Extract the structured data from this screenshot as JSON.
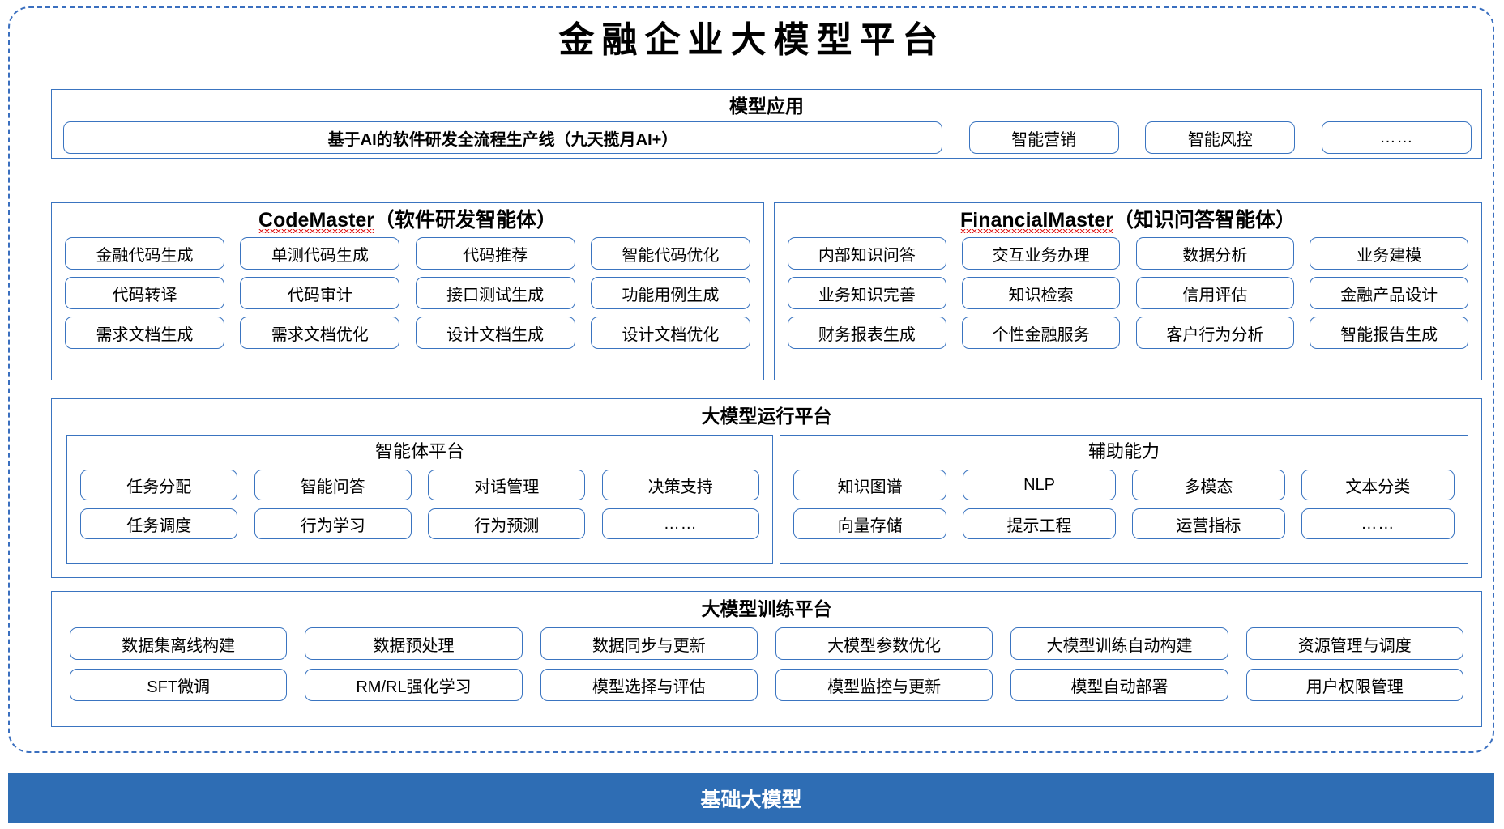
{
  "page": {
    "title": "金融企业大模型平台",
    "accent_blue": "#3A74C0",
    "frame_border": "#3A6FBF",
    "foundation_bar_color": "#2E6DB4",
    "spellcheck_underline_color": "#e01b1b"
  },
  "apps": {
    "title": "模型应用",
    "items": [
      "基于AI的软件研发全流程生产线（九天揽月AI+）",
      "智能营销",
      "智能风控",
      "……"
    ]
  },
  "codemaster": {
    "name": "CodeMaster",
    "suffix": "（软件研发智能体）",
    "rows": [
      [
        "金融代码生成",
        "单测代码生成",
        "代码推荐",
        "智能代码优化"
      ],
      [
        "代码转译",
        "代码审计",
        "接口测试生成",
        "功能用例生成"
      ],
      [
        "需求文档生成",
        "需求文档优化",
        "设计文档生成",
        "设计文档优化"
      ]
    ]
  },
  "financialmaster": {
    "name": "FinancialMaster",
    "suffix": "（知识问答智能体）",
    "rows": [
      [
        "内部知识问答",
        "交互业务办理",
        "数据分析",
        "业务建模"
      ],
      [
        "业务知识完善",
        "知识检索",
        "信用评估",
        "金融产品设计"
      ],
      [
        "财务报表生成",
        "个性金融服务",
        "客户行为分析",
        "智能报告生成"
      ]
    ]
  },
  "runtime": {
    "title": "大模型运行平台",
    "agent_platform": {
      "title": "智能体平台",
      "rows": [
        [
          "任务分配",
          "智能问答",
          "对话管理",
          "决策支持"
        ],
        [
          "任务调度",
          "行为学习",
          "行为预测",
          "……"
        ]
      ]
    },
    "aux_capability": {
      "title": "辅助能力",
      "rows": [
        [
          "知识图谱",
          "NLP",
          "多模态",
          "文本分类"
        ],
        [
          "向量存储",
          "提示工程",
          "运营指标",
          "……"
        ]
      ]
    }
  },
  "training": {
    "title": "大模型训练平台",
    "rows": [
      [
        "数据集离线构建",
        "数据预处理",
        "数据同步与更新",
        "大模型参数优化",
        "大模型训练自动构建",
        "资源管理与调度"
      ],
      [
        "SFT微调",
        "RM/RL强化学习",
        "模型选择与评估",
        "模型监控与更新",
        "模型自动部署",
        "用户权限管理"
      ]
    ]
  },
  "foundation": {
    "label": "基础大模型"
  }
}
